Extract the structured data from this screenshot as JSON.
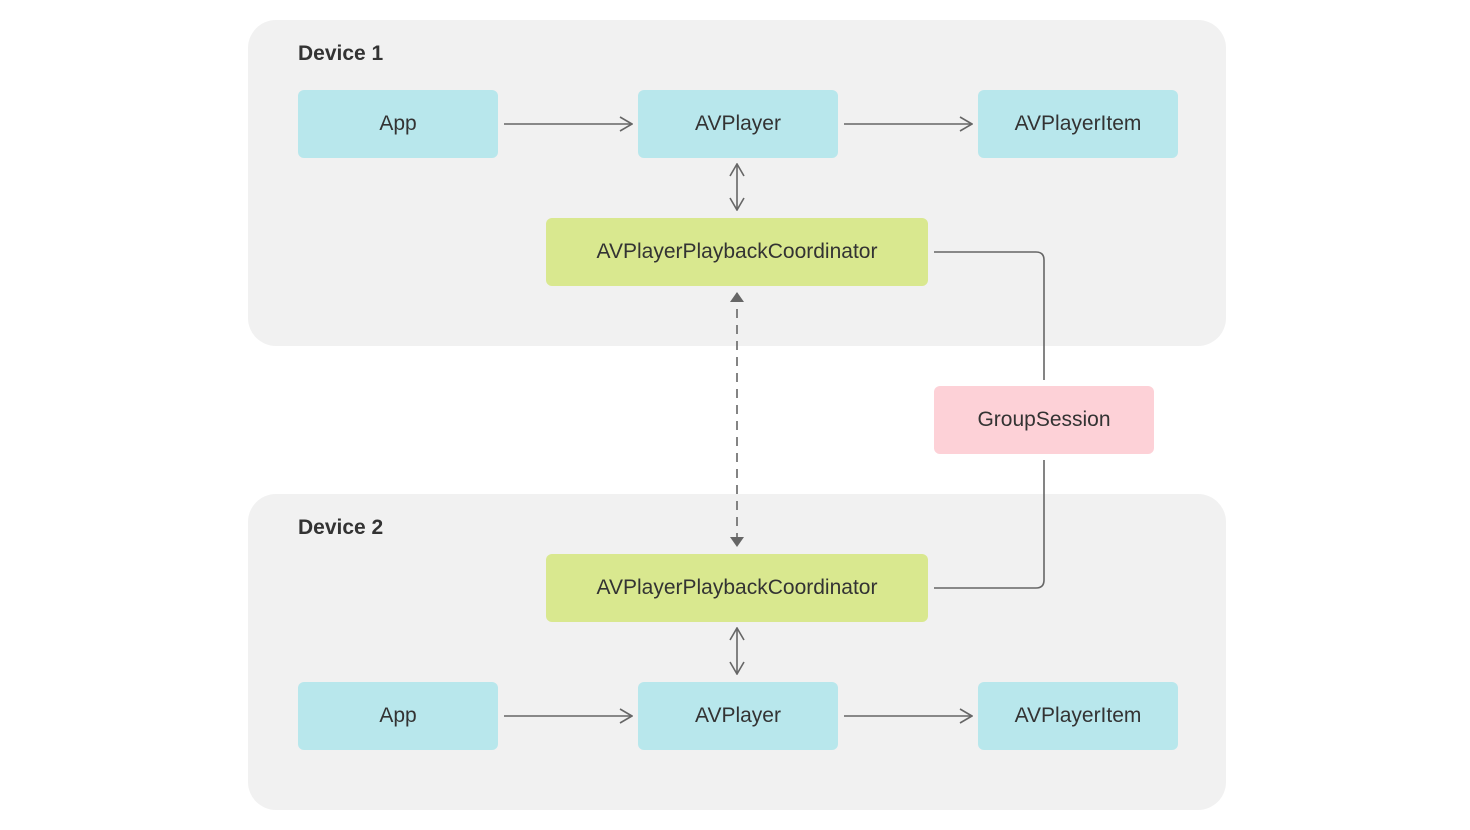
{
  "colors": {
    "device_bg": "#f1f1f1",
    "avplayer_family": "#b8e7ec",
    "coordinator": "#d9e88f",
    "group_session": "#fdd1d7",
    "connector": "#666666"
  },
  "device1": {
    "title": "Device 1",
    "app": "App",
    "avplayer": "AVPlayer",
    "avplayeritem": "AVPlayerItem",
    "coordinator": "AVPlayerPlaybackCoordinator"
  },
  "group_session": "GroupSession",
  "device2": {
    "title": "Device 2",
    "app": "App",
    "avplayer": "AVPlayer",
    "avplayeritem": "AVPlayerItem",
    "coordinator": "AVPlayerPlaybackCoordinator"
  }
}
